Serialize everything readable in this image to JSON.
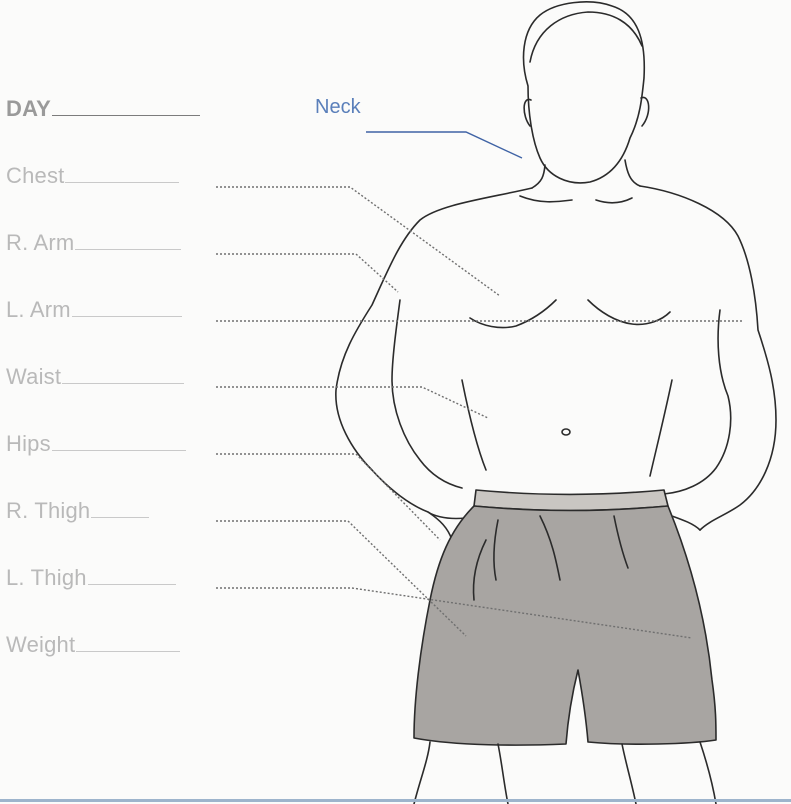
{
  "day_label": "DAY",
  "neck_label": "Neck",
  "measurements": [
    {
      "key": "chest",
      "label": "Chest"
    },
    {
      "key": "r-arm",
      "label": "R. Arm"
    },
    {
      "key": "l-arm",
      "label": "L. Arm"
    },
    {
      "key": "waist",
      "label": "Waist"
    },
    {
      "key": "hips",
      "label": "Hips"
    },
    {
      "key": "r-thigh",
      "label": "R. Thigh"
    },
    {
      "key": "l-thigh",
      "label": "L. Thigh"
    },
    {
      "key": "weight",
      "label": "Weight"
    }
  ],
  "colors": {
    "label_text": "#b9b9b9",
    "day_text": "#9a9a9a",
    "neck_text": "#5a7fba",
    "neck_pointer": "#3f63a5",
    "shorts_fill": "#a8a5a2",
    "outline": "#2b2b2b",
    "bottom_rule": "#9db4cc"
  }
}
